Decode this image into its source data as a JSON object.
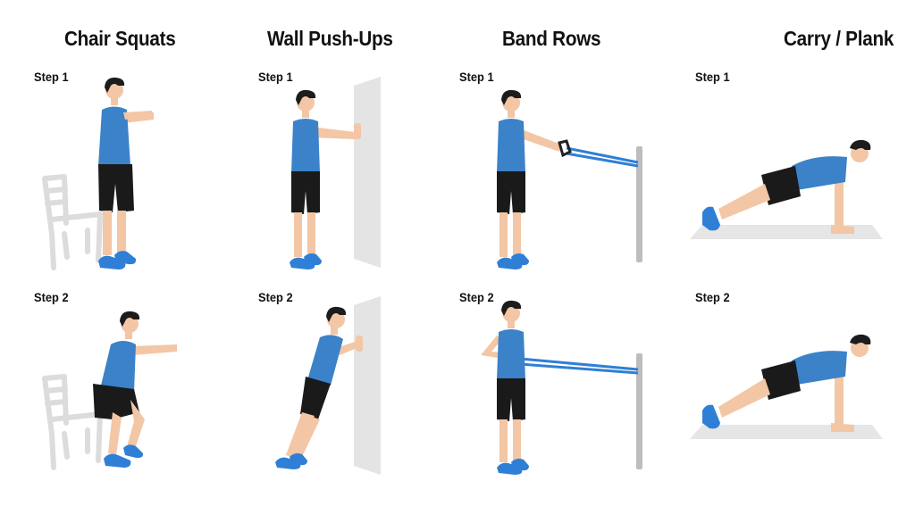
{
  "columns": [
    {
      "title": "Chair Squats",
      "steps": [
        "Step 1",
        "Step 2"
      ]
    },
    {
      "title": "Wall Push-Ups",
      "steps": [
        "Step 1",
        "Step 2"
      ]
    },
    {
      "title": "Band Rows",
      "steps": [
        "Step 1",
        "Step 2"
      ]
    },
    {
      "title": "Carry / Plank",
      "steps": [
        "Step 1",
        "Step 2"
      ]
    }
  ],
  "colors": {
    "shirt": "#3b82c9",
    "shorts": "#1a1a1a",
    "skin": "#f3c6a5",
    "hair": "#1c1c1c",
    "shoe": "#2f7fd6",
    "band": "#2f7fd6",
    "chair": "#dcdcdc",
    "wall": "#e4e4e4",
    "mat": "#e6e6e6",
    "pole": "#bdbdbd"
  }
}
